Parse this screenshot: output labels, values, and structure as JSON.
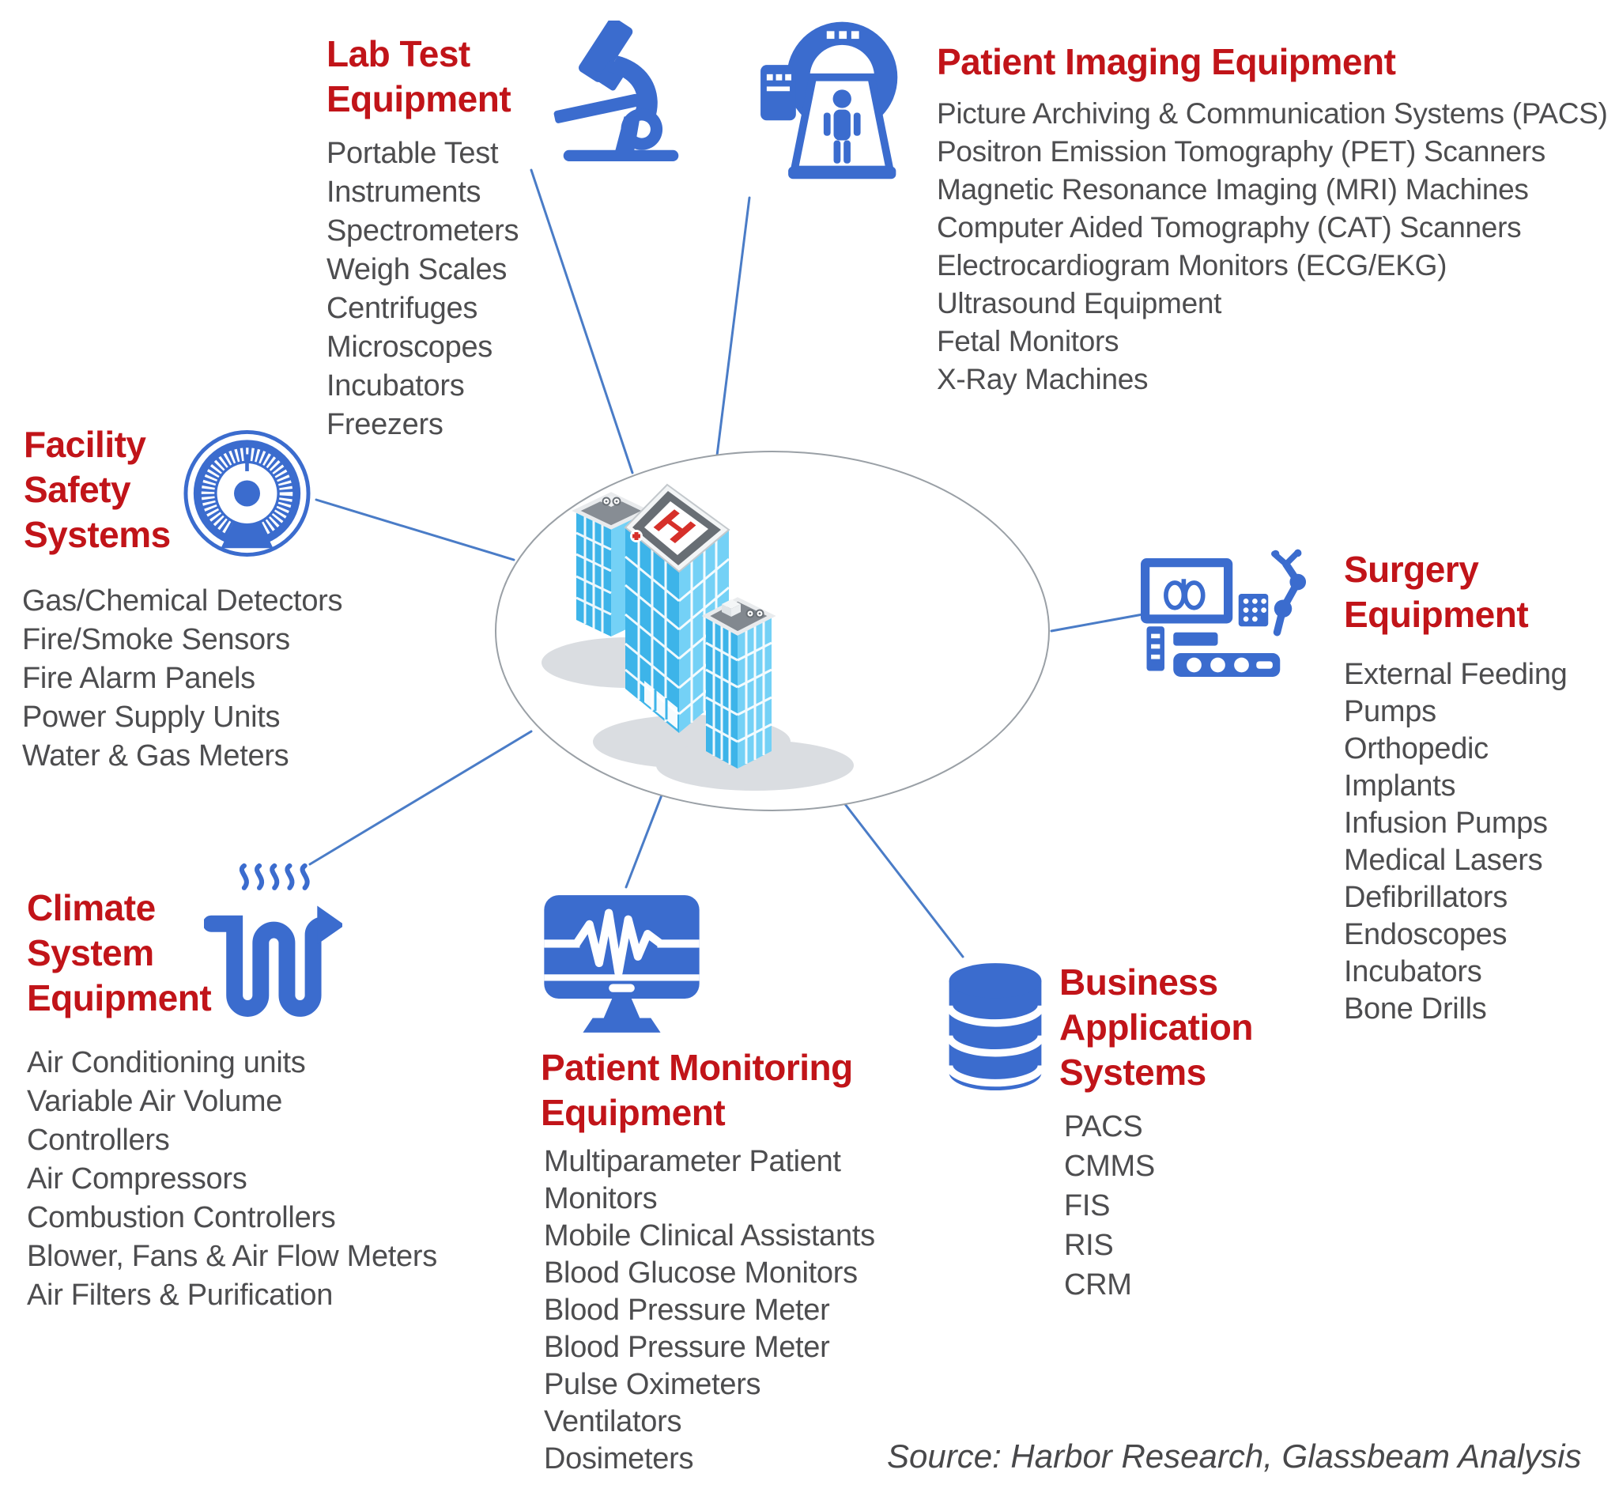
{
  "colors": {
    "heading_red": "#c11419",
    "body_gray": "#4d4d4f",
    "icon_blue": "#3b6cce",
    "connector_blue": "#4a7cc7",
    "building_wall_light": "#74d1f6",
    "building_wall_dark": "#3db4e9",
    "helipad_red": "#d6302a"
  },
  "center": {
    "icon": "hospital-building",
    "roof_label": "H"
  },
  "sections": {
    "lab_test": {
      "icon": "microscope-icon",
      "title_lines": [
        "Lab Test",
        "Equipment"
      ],
      "items": [
        "Portable Test",
        "Instruments",
        "Spectrometers",
        "Weigh Scales",
        "Centrifuges",
        "Microscopes",
        "Incubators",
        "Freezers"
      ]
    },
    "patient_imaging": {
      "icon": "mri-scanner-icon",
      "title": "Patient Imaging Equipment",
      "items": [
        "Picture Archiving & Communication Systems (PACS)",
        "Positron Emission Tomography (PET) Scanners",
        "Magnetic Resonance Imaging (MRI) Machines",
        "Computer Aided Tomography (CAT) Scanners",
        "Electrocardiogram Monitors (ECG/EKG)",
        "Ultrasound Equipment",
        "Fetal Monitors",
        "X-Ray Machines"
      ]
    },
    "facility_safety": {
      "icon": "gauge-icon",
      "title_lines": [
        "Facility",
        "Safety",
        "Systems"
      ],
      "items": [
        "Gas/Chemical Detectors",
        "Fire/Smoke Sensors",
        "Fire Alarm Panels",
        "Power Supply Units",
        "Water & Gas Meters"
      ]
    },
    "surgery": {
      "icon": "surgical-robot-icon",
      "title_lines": [
        "Surgery",
        "Equipment"
      ],
      "items": [
        "External Feeding",
        "Pumps",
        "Orthopedic",
        "Implants",
        "Infusion Pumps",
        "Medical Lasers",
        "Defibrillators",
        "Endoscopes",
        "Incubators",
        "Bone Drills"
      ]
    },
    "climate": {
      "icon": "heat-exchanger-icon",
      "title_lines": [
        "Climate",
        "System",
        "Equipment"
      ],
      "items": [
        "Air Conditioning units",
        "Variable Air Volume",
        "Controllers",
        "Air Compressors",
        "Combustion Controllers",
        "Blower, Fans & Air Flow Meters",
        "Air Filters & Purification"
      ]
    },
    "patient_monitoring": {
      "icon": "vitals-monitor-icon",
      "title_lines": [
        "Patient Monitoring",
        "Equipment"
      ],
      "items": [
        "Multiparameter Patient",
        "Monitors",
        "Mobile Clinical Assistants",
        "Blood Glucose Monitors",
        "Blood Pressure Meter",
        "Blood Pressure Meter",
        "Pulse Oximeters",
        "Ventilators",
        "Dosimeters"
      ]
    },
    "business_apps": {
      "icon": "database-icon",
      "title_lines": [
        "Business",
        "Application",
        "Systems"
      ],
      "items": [
        "PACS",
        "CMMS",
        "FIS",
        "RIS",
        "CRM"
      ]
    }
  },
  "source_note": "Source: Harbor Research, Glassbeam Analysis"
}
